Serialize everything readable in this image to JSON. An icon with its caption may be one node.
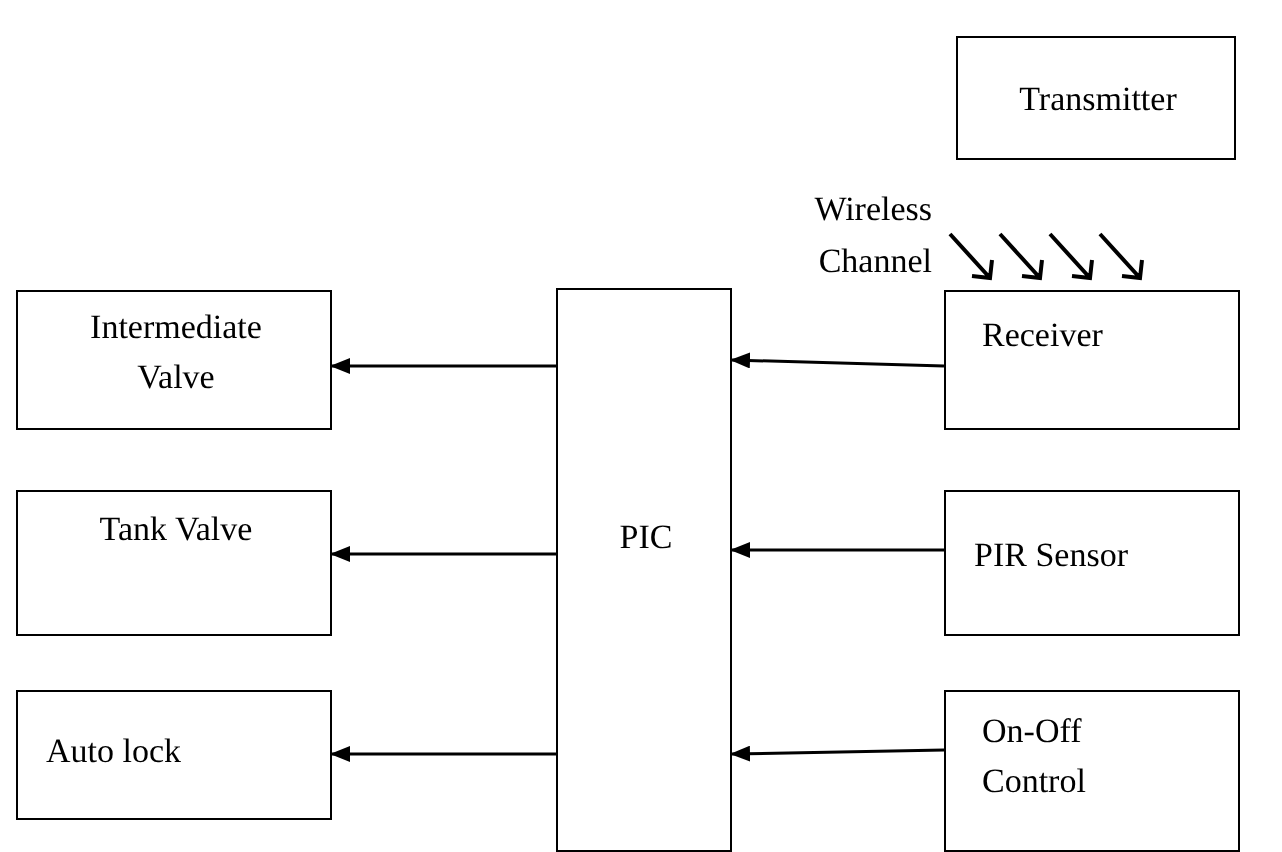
{
  "diagram": {
    "nodes": [
      {
        "text": [
          "Transmitter"
        ]
      },
      {
        "text": [
          "Intermediate Valve"
        ]
      },
      {
        "text": [
          "PIC"
        ]
      },
      {
        "text": [
          "Receiver"
        ]
      },
      {
        "text": [
          "Tank Valve"
        ]
      },
      {
        "text": [
          "PIR Sensor"
        ]
      },
      {
        "text": [
          "Auto lock"
        ]
      },
      {
        "text": [
          "On-Off Control"
        ]
      }
    ],
    "edges": [
      {
        "from": 3,
        "to": 2,
        "arrow": "to"
      },
      {
        "from": 5,
        "to": 2,
        "arrow": "to"
      },
      {
        "from": 7,
        "to": 2,
        "arrow": "to"
      },
      {
        "from": 2,
        "to": 1,
        "arrow": "to"
      },
      {
        "from": 2,
        "to": 4,
        "arrow": "to"
      },
      {
        "from": 2,
        "to": 6,
        "arrow": "to"
      }
    ],
    "labels": [
      "Wireless Channel"
    ]
  }
}
